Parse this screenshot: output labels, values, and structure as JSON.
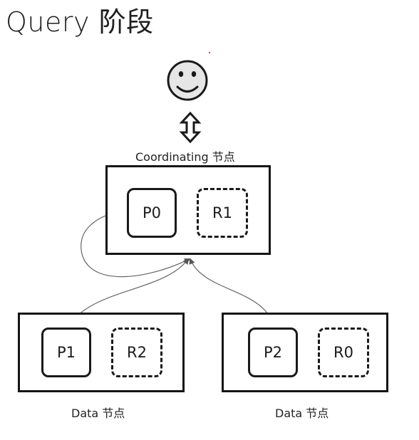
{
  "title": "Query 阶段",
  "coordinating_label": "Coordinating 节点",
  "data_nodes": [
    {
      "label": "Data 节点"
    },
    {
      "label": "Data 节点"
    }
  ],
  "shards": {
    "coordinating": [
      "P0",
      "R1"
    ],
    "left": [
      "P1",
      "R2"
    ],
    "right": [
      "P2",
      "R0"
    ]
  },
  "icons": {
    "user": "smiley-face-icon",
    "exchange": "double-arrow-icon"
  },
  "colors": {
    "stroke": "#151515",
    "face_fill": "#e6e6e6",
    "connector": "#666666",
    "accent_dot": "#d9534f"
  }
}
